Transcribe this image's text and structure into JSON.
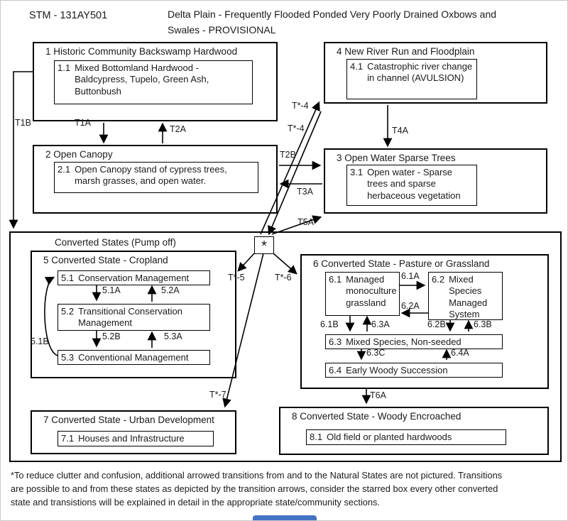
{
  "header": {
    "stm_code": "STM - 131AY501",
    "title_line1": "Delta Plain - Frequently Flooded Ponded Very Poorly Drained Oxbows and",
    "title_line2": "Swales - PROVISIONAL"
  },
  "states": {
    "s1": {
      "title": "1 Historic Community Backswamp Hardwood",
      "c11_num": "1.1",
      "c11_text": "Mixed Bottomland Hardwood - Baldcypress, Tupelo, Green Ash, Buttonbush"
    },
    "s2": {
      "title": "2 Open Canopy",
      "c21_num": "2.1",
      "c21_text": "Open Canopy stand of cypress trees, marsh grasses, and open water."
    },
    "s3": {
      "title": "3 Open Water Sparse Trees",
      "c31_num": "3.1",
      "c31_text": "Open water - Sparse trees and sparse herbaceous vegetation"
    },
    "s4": {
      "title": "4 New River Run and Floodplain",
      "c41_num": "4.1",
      "c41_text": "Catastrophic river change in channel (AVULSION)"
    }
  },
  "converted": {
    "group_label": "Converted States (Pump off)",
    "star": "*",
    "s5": {
      "title": "5 Converted State - Cropland",
      "c51_num": "5.1",
      "c51_text": "Conservation Management",
      "c52_num": "5.2",
      "c52_text": "Transitional Conservation Management",
      "c53_num": "5.3",
      "c53_text": "Conventional Management"
    },
    "s6": {
      "title": "6 Converted State - Pasture or Grassland",
      "c61_num": "6.1",
      "c61_text": "Managed monoculture grassland",
      "c62_num": "6.2",
      "c62_text": "Mixed Species Managed System",
      "c63_num": "6.3",
      "c63_text": "Mixed Species, Non-seeded",
      "c64_num": "6.4",
      "c64_text": "Early Woody Succession"
    },
    "s7": {
      "title": "7 Converted State - Urban Development",
      "c71_num": "7.1",
      "c71_text": "Houses and Infrastructure"
    },
    "s8": {
      "title": "8 Converted State - Woody Encroached",
      "c81_num": "8.1",
      "c81_text": "Old field or planted hardwoods"
    }
  },
  "transitions": {
    "t1a": "T1A",
    "t1b": "T1B",
    "t2a": "T2A",
    "t2b": "T2B",
    "t3a": "T3A",
    "t4a": "T4A",
    "t5a": "T5A",
    "t6a": "T6A",
    "ts4_1": "T*-4",
    "ts4_2": "T*-4",
    "ts5": "T*-5",
    "ts6": "T*-6",
    "ts7": "T*-7",
    "t51a": "5.1A",
    "t52a": "5.2A",
    "t52b": "5.2B",
    "t53a": "5.3A",
    "t51b": "5.1B",
    "t61a": "6.1A",
    "t62a": "6.2A",
    "t61b": "6.1B",
    "t63a": "6.3A",
    "t62b": "6.2B",
    "t63b": "6.3B",
    "t63c": "6.3C",
    "t64a": "6.4A"
  },
  "footnote": {
    "line1": "*To reduce clutter and confusion, additional arrowed transitions from and to the Natural States are not pictured. Transitions",
    "line2": "are possible to and from these states as depicted by the transition arrows, consider the starred box every other converted",
    "line3": "state and transistions will be explained in detail in the appropriate state/community sections."
  },
  "colors": {
    "line": "#000000",
    "bottom_bar": "#4472c4"
  }
}
